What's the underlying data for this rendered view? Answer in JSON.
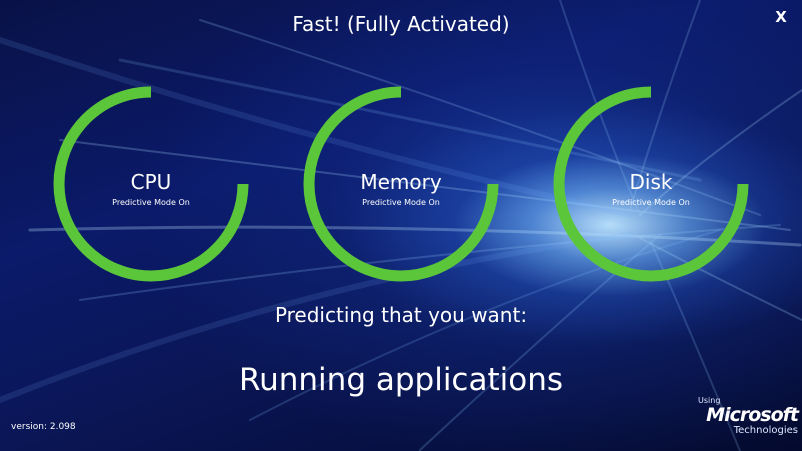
{
  "window": {
    "title": "Fast! (Fully Activated)",
    "close_label": "X"
  },
  "gauges": [
    {
      "label": "CPU",
      "status": "Predictive Mode On",
      "level": 0.75
    },
    {
      "label": "Memory",
      "status": "Predictive Mode On",
      "level": 0.75
    },
    {
      "label": "Disk",
      "status": "Predictive Mode On",
      "level": 0.75
    }
  ],
  "prediction": {
    "heading": "Predicting that you want:",
    "value": "Running applications"
  },
  "footer": {
    "version": "version: 2.098",
    "logo_using": "Using",
    "logo_brand": "Microsoft",
    "logo_tagline": "Technologies"
  },
  "colors": {
    "ring": "#5cc63a",
    "background": "#0b1a6a",
    "text": "#ffffff"
  }
}
